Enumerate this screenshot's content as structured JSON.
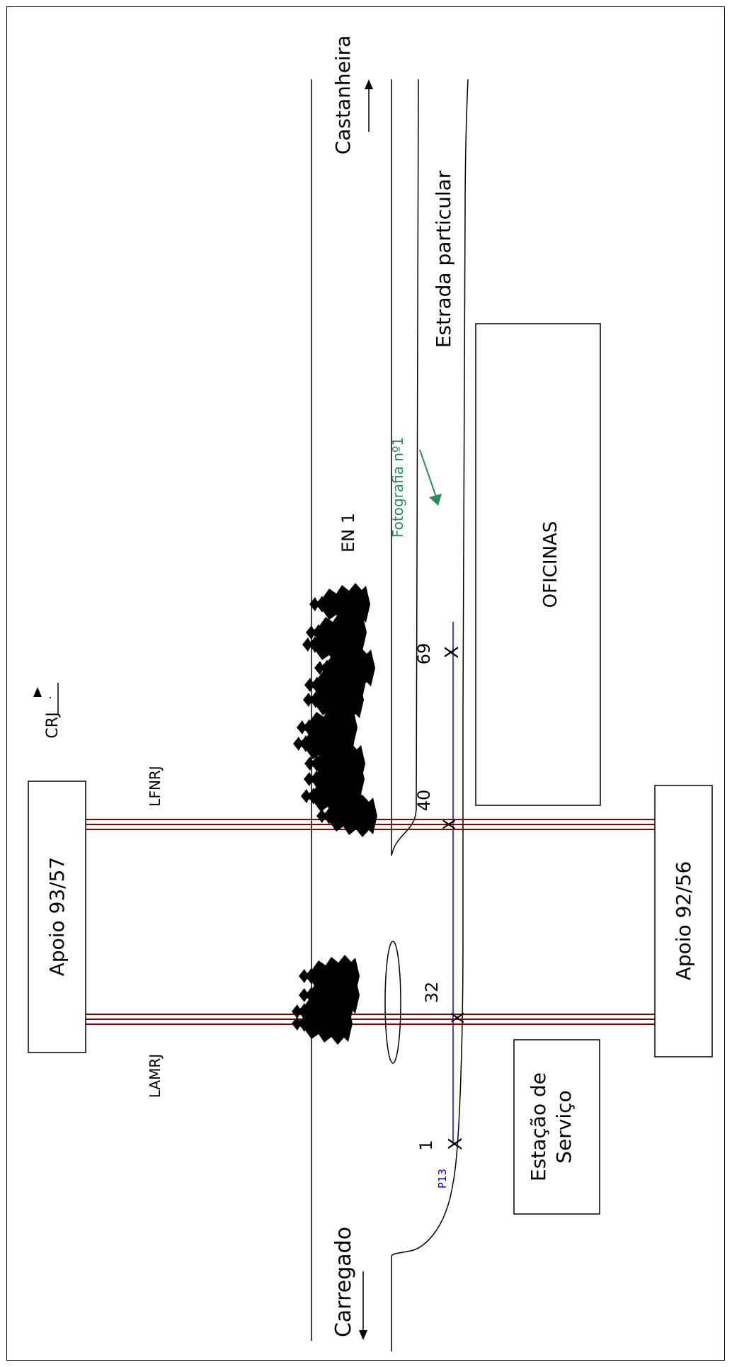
{
  "diagram": {
    "labels": {
      "castanheira": "Castanheira",
      "estrada_particular": "Estrada particular",
      "en1": "EN 1",
      "fotografia": "Fotografia nº1",
      "oficinas": "OFICINAS",
      "crj": "CRJ",
      "lfnrj": "LFNRJ",
      "lamrj": "LAMRJ",
      "apoio_93_57": "Apoio 93/57",
      "apoio_92_56": "Apoio 92/56",
      "estacao_line1": "Estação de",
      "estacao_line2": "Serviço",
      "carregado": "Carregado",
      "p13": "P13",
      "pt_69": "69",
      "pt_40": "40",
      "pt_32": "32",
      "pt_1": "1",
      "mark_x": "X"
    },
    "colors": {
      "lines": "#000000",
      "overhead_line": "#8b0000",
      "profile": "#0000ff",
      "photo_marker": "#2e8b57",
      "trees": "#000000"
    }
  }
}
